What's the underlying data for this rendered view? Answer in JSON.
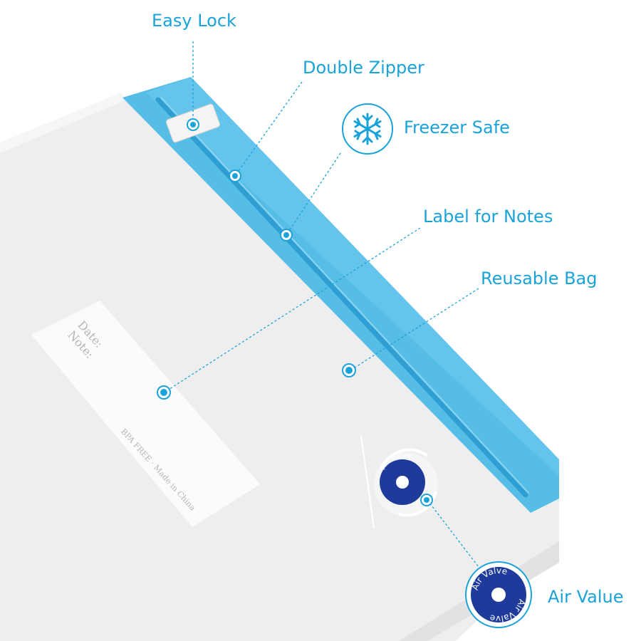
{
  "callouts": {
    "easy_lock": "Easy Lock",
    "double_zipper": "Double Zipper",
    "freezer_safe": "Freezer Safe",
    "label_notes": "Label for Notes",
    "reusable_bag": "Reusable Bag",
    "air_value": "Air Value"
  },
  "bag_label": {
    "date": "Date:",
    "note": "Note:",
    "footer": "BPA FREE · Made in China"
  },
  "valve": {
    "text": "Air Valve"
  },
  "colors": {
    "accent": "#1aa3d9",
    "zipper_strip": "#56bde6",
    "valve": "#1e3a9b",
    "bag": "#efefef"
  },
  "icons": {
    "freezer": "snowflake-icon"
  }
}
